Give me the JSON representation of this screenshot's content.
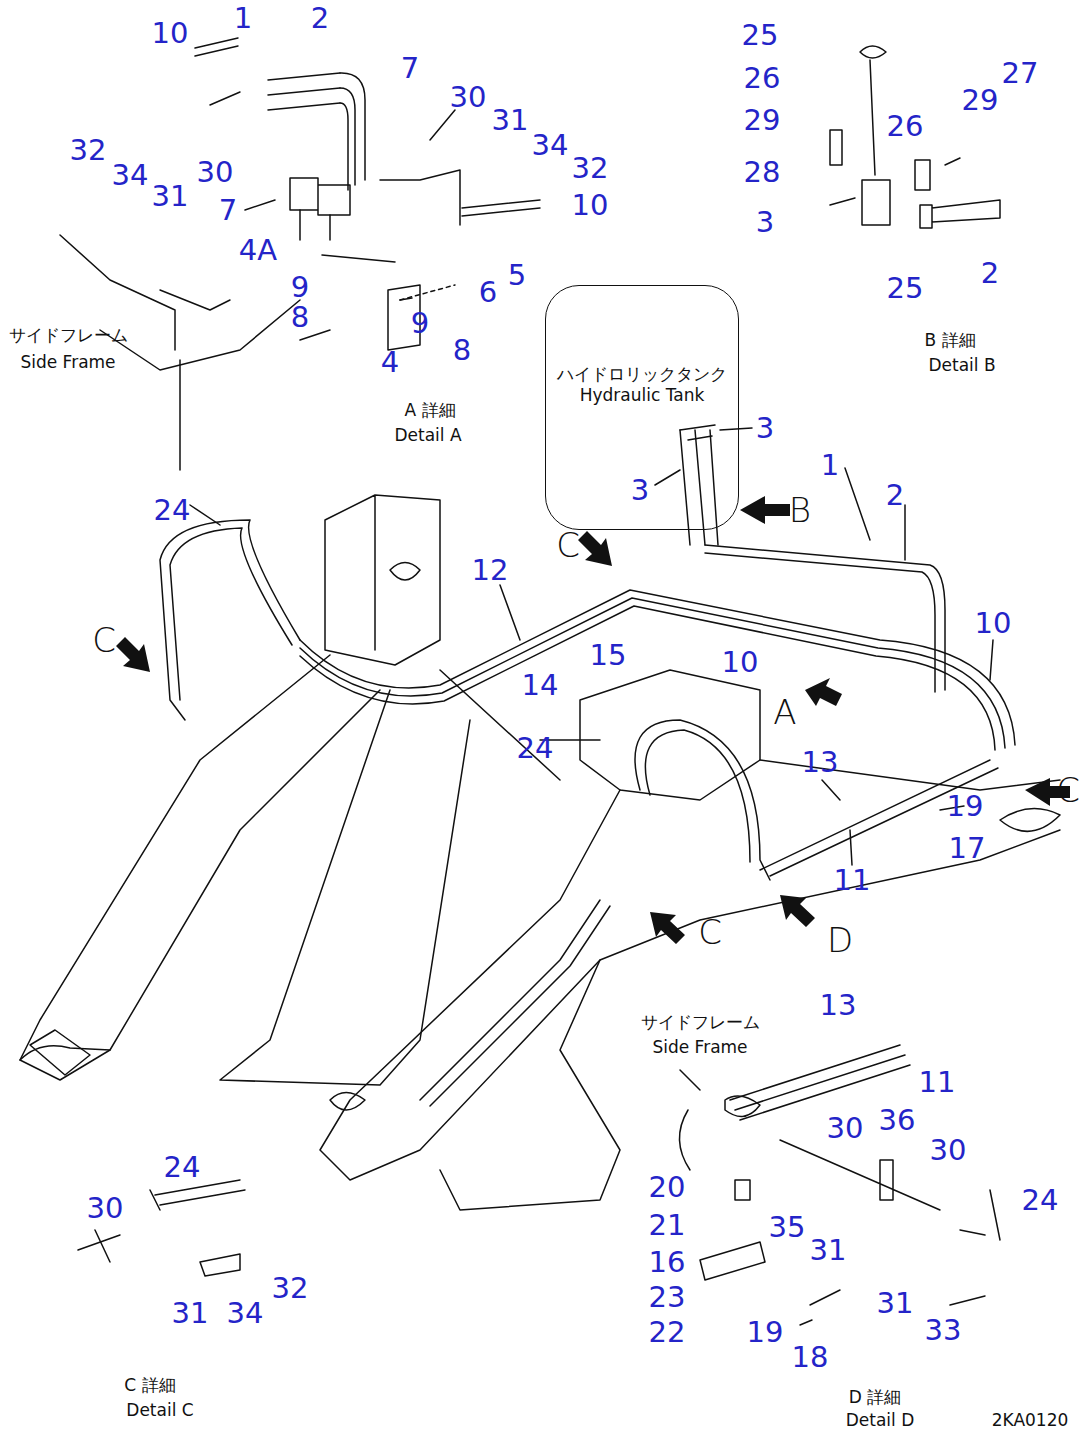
{
  "diagram": {
    "nodes": [
      {
        "text": [
          "ハイドロリックタンク",
          "Hydraulic Tank"
        ]
      }
    ],
    "labels": [
      "10",
      "1",
      "2",
      "7",
      "32",
      "34",
      "31",
      "30",
      "7",
      "30",
      "31",
      "34",
      "32",
      "10",
      "4A",
      "5",
      "6",
      "9",
      "8",
      "9",
      "8",
      "4",
      "サイドフレーム",
      "Side Frame",
      "A 詳細",
      "Detail A",
      "25",
      "26",
      "29",
      "28",
      "3",
      "27",
      "29",
      "26",
      "25",
      "2",
      "B 詳細",
      "Detail B",
      "24",
      "12",
      "3",
      "3",
      "1",
      "2",
      "B",
      "15",
      "14",
      "10",
      "10",
      "24",
      "13",
      "19",
      "17",
      "11",
      "A",
      "C",
      "C",
      "C",
      "C",
      "D",
      "サイドフレーム",
      "Side Frame",
      "13",
      "11",
      "30",
      "36",
      "30",
      "24",
      "20",
      "21",
      "35",
      "31",
      "16",
      "23",
      "22",
      "19",
      "18",
      "31",
      "33",
      "D 詳細",
      "Detail D",
      "2KA0120",
      "24",
      "30",
      "31",
      "34",
      "32",
      "C 詳細",
      "Detail C"
    ]
  }
}
